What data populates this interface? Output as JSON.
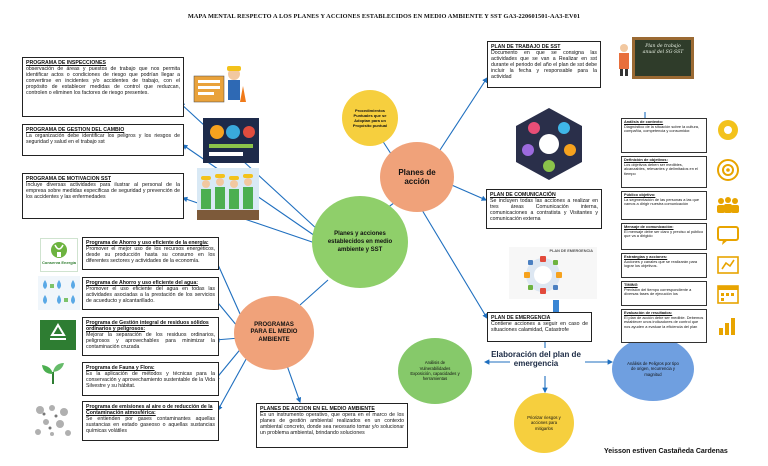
{
  "title": "MAPA MENTAL RESPECTO A LOS PLANES Y ACCIONES ESTABLECIDOS EN MEDIO AMBIENTE Y SST GA3-220601501-AA3-EV01",
  "author": "Yeisson estiven Castañeda Cardenas",
  "center": "Planes y acciones establecidos en medio ambiente y SST",
  "planes_accion": "Planes de acción",
  "programas": "PROGRAMAS PARA EL MEDIO AMBIENTE",
  "elaboracion": "Elaboración del plan de emergencia",
  "procedimientos": "Procedimientos Puntuales que se Adoptan para un Propósito puntual",
  "analisis_vulnerabilidades": "Análisis de Vulnerabilidades Exposición, capacidades y herramientas",
  "analisis_peligros": "Análisis de Peligros por tipo de origen, recurrencia y magnitud",
  "priorizar": "Priorizar riesgos y acciones para mitigarlos",
  "left_boxes": [
    {
      "heading": "PROGRAMA DE INSPECCIONES",
      "body": "observación de áreas y puestos de trabajo que nos permita identificar actos o condiciones de riesgo que podrían llegar a convertirse en incidentes y/o accidentes de trabajo, con el propósito de establecer medidas de control que reduzcan, controlen o eliminen los factores de riesgo presentes."
    },
    {
      "heading": "PROGRAMA DE GESTION DEL CAMBIO",
      "body": "La organización debe identificar los peligros y los riesgos de seguridad y salud en el trabajo sst"
    },
    {
      "heading": "PROGRAMA DE MOTIVACION SST",
      "body": "Incluye diversas actividades para ilustrar al personal de la empresa sobre medidas especificas de seguridad y prevención de los accidentes y las enfermedades"
    }
  ],
  "env_boxes": [
    {
      "heading": "Programa de Ahorro y uso eficiente de la energía:",
      "body": "Promover el mejor uso de los recursos energéticos, desde su producción hasta su consumo en los diferentes sectores y actividades de la economía."
    },
    {
      "heading": "Programa de Ahorro y uso eficiente del agua:",
      "body": "Promover el uso eficiente del agua en todas las actividades asociadas a la prestación de los servicios de acueducto y alcantarillado."
    },
    {
      "heading": "Programa de Gestión integral de residuos sólidos ordinarios y peligrosos:",
      "body": "Mejorar la separación de los residuos ordinarios, peligrosos y aprovechables para minimizar la contaminación cruzada"
    },
    {
      "heading": "Programa de Fauna y Flora:",
      "body": "Es la aplicación de métodos y técnicas para la conservación y aprovechamiento sustentable de la Vida Silvestre y su hábitat."
    },
    {
      "heading": "Programa de emisiones al aire o de reducción de la Contaminación atmosférica:",
      "body": "Se entienden por gases contaminantes aquellas sustancias en estado gaseoso o aquellas sustancias químicas volátiles"
    }
  ],
  "plan_trabajo": {
    "heading": "PLAN DE TRABAJO DE SST",
    "body": "Documento en que se consigna las actividades que se van a Realizar en sst durante el periodo del año el plan de sst debe incluir la fecha y responsable para la actividad"
  },
  "plan_comunicacion": {
    "heading": "PLAN DE COMUNICACIÓN",
    "body": "Se incluyen todas las acciones a realizar en tres áreas Comunicación interna, comunicaciones a contratista y Visitantes y comunicación externa"
  },
  "plan_emergencia": {
    "heading": "PLAN DE EMERGENCIA",
    "body": "Contiene acciones a seguir en caso de situaciones calamidad, Catastrofe"
  },
  "planes_accion_ma": {
    "heading": "PLANES DE ACCION EN EL MEDIO AMBIENTE",
    "body": "Es un instrumento operativo, que opera en el marco de los planes de gestión ambiental realizados en un contexto ambiental concreto, donde sea necesario tomar y/o solucionar un problema ambiental, brindando soluciones"
  },
  "right_steps": [
    {
      "heading": "Análisis de contexto:",
      "body": "Diagnóstico de la situación sobre la cultura, compañía, competencia y consumidor."
    },
    {
      "heading": "Definición de objetivos:",
      "body": "Los objetivos deben ser medibles, alcanzables, relevantes y delimitados en el tiempo"
    },
    {
      "heading": "Público objetivo:",
      "body": "La segmentación de las personas a las que vamos a dirigir nuestra comunicación"
    },
    {
      "heading": "Mensaje de comunicación:",
      "body": "El mensaje debe ser claro y preciso al público que va a dirigido"
    },
    {
      "heading": "Estrategias y acciones:",
      "body": "Acciones y canales que se realizarán para lograr los objetivos."
    },
    {
      "heading": "TIMING",
      "body": "Previsión del tiempo correspondiente a diversas fases de ejecución los"
    },
    {
      "heading": "Evaluación de resultados:",
      "body": "El plan de acción debe ser medible. Debemos establecer unos indicadores de control que nos ayuden a evaluar la eficiencia del plan"
    }
  ],
  "chalkboard_text": "Plan de trabajo anual del SG-SST",
  "plan_emergencia_img_label": "PLAN DE EMERGENCIA",
  "energy_logo_text": "Conserva Energía",
  "colors": {
    "center": "#8fcf6a",
    "planes": "#f0a27a",
    "programas": "#f0a27a",
    "yellow": "#f6cf3e",
    "blue": "#6f9fe0",
    "green": "#86c96a",
    "link": "#1f6fbf"
  }
}
